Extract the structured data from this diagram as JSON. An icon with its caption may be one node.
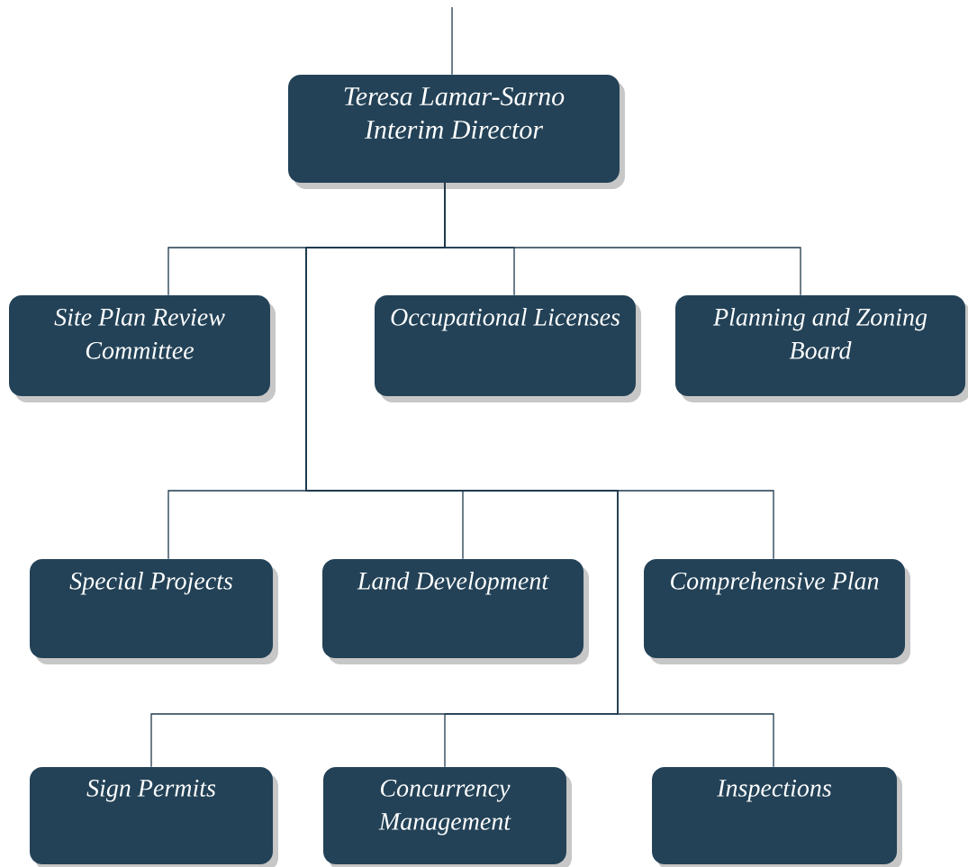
{
  "diagram": {
    "nodes": [
      {
        "text": [
          "Teresa Lamar-Sarno",
          "Interim Director"
        ]
      },
      {
        "text": [
          "Site Plan Review Committee"
        ]
      },
      {
        "text": [
          "Occupational Licenses"
        ]
      },
      {
        "text": [
          "Planning and Zoning Board"
        ]
      },
      {
        "text": [
          "Special Projects"
        ]
      },
      {
        "text": [
          "Land Development"
        ]
      },
      {
        "text": [
          "Comprehensive Plan"
        ]
      },
      {
        "text": [
          "Sign Permits"
        ]
      },
      {
        "text": [
          "Concurrency Management"
        ]
      },
      {
        "text": [
          "Inspections"
        ]
      }
    ],
    "edges": [
      {
        "from": null,
        "to": 0,
        "arrow": "none"
      },
      {
        "from": 0,
        "to": 1,
        "arrow": "none"
      },
      {
        "from": 0,
        "to": 2,
        "arrow": "none"
      },
      {
        "from": 0,
        "to": 3,
        "arrow": "none"
      },
      {
        "from": 0,
        "to": 4,
        "arrow": "none"
      },
      {
        "from": 0,
        "to": 5,
        "arrow": "none"
      },
      {
        "from": 0,
        "to": 6,
        "arrow": "none"
      },
      {
        "from": 0,
        "to": 7,
        "arrow": "none"
      },
      {
        "from": 0,
        "to": 8,
        "arrow": "none"
      },
      {
        "from": 0,
        "to": 9,
        "arrow": "none"
      }
    ]
  }
}
